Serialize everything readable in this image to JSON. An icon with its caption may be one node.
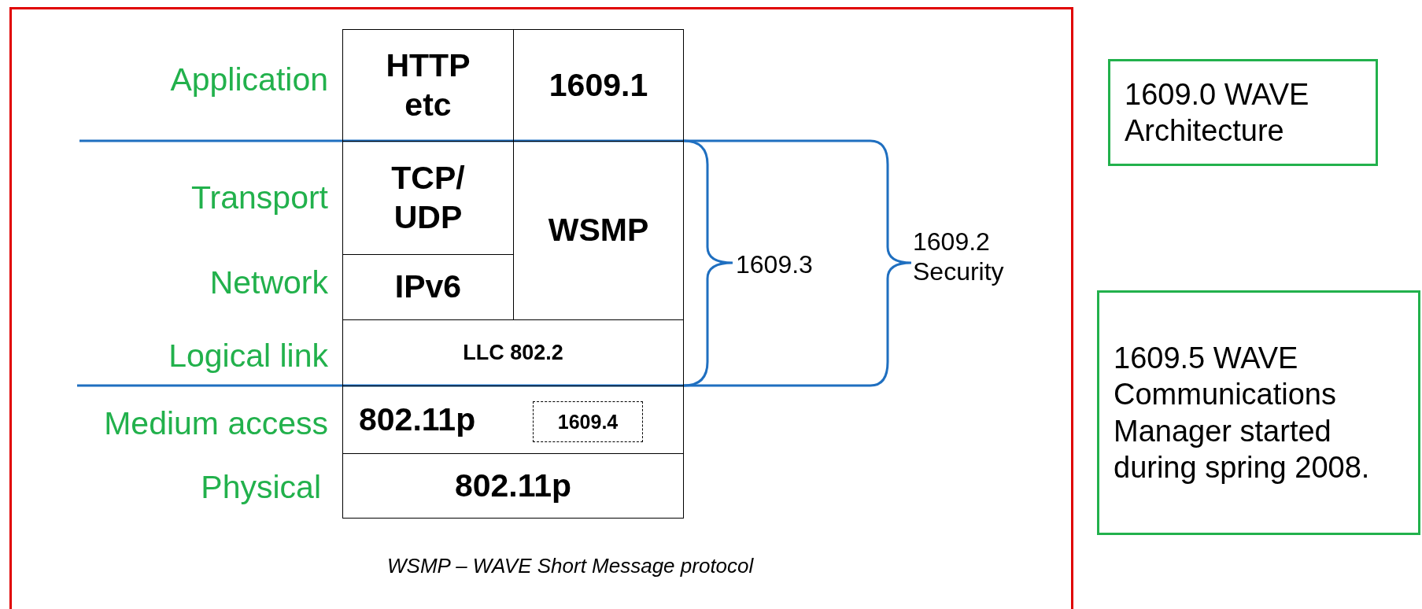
{
  "diagram": {
    "caption": "WSMP – WAVE Short Message protocol",
    "nodes": [
      {
        "text": [
          "HTTP etc"
        ]
      },
      {
        "text": [
          "1609.1"
        ]
      },
      {
        "text": [
          "TCP/ UDP"
        ]
      },
      {
        "text": [
          "WSMP"
        ]
      },
      {
        "text": [
          "IPv6"
        ]
      },
      {
        "text": [
          "LLC 802.2"
        ]
      },
      {
        "text": [
          "802.11p"
        ]
      },
      {
        "text": [
          "1609.4"
        ],
        "in": 6
      },
      {
        "text": [
          "802.11p"
        ]
      },
      {
        "text": [
          "1609.0 WAVE Architecture"
        ]
      },
      {
        "text": [
          "1609.5 WAVE Communications Manager started during spring 2008."
        ]
      }
    ],
    "labels": [
      "Application",
      "Transport",
      "Network",
      "Logical link",
      "Medium access",
      "Physical",
      "1609.3",
      "1609.2 Security"
    ]
  }
}
